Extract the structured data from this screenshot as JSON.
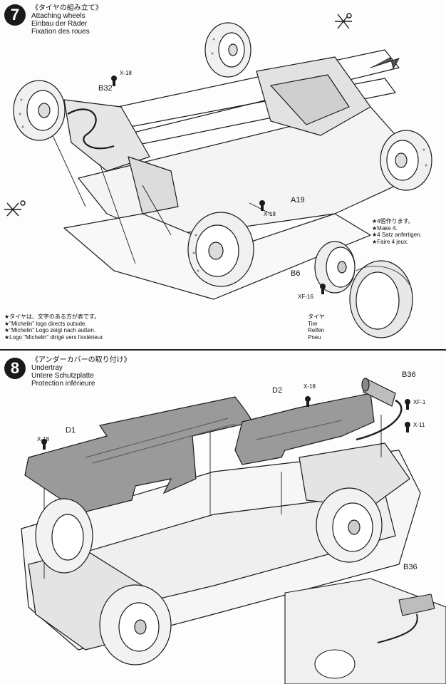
{
  "step7": {
    "number": "7",
    "title_jp": "《タイヤの組み立て》",
    "title_en": "Attaching wheels",
    "title_de": "Einbau der Räder",
    "title_fr": "Fixation des roues",
    "labels": {
      "x18_a": "X-18",
      "b32": "B32",
      "a19": "A19",
      "x18_b": "X-18",
      "b6": "B6",
      "xf16": "XF-16"
    },
    "make4": [
      "★4個作ります。",
      "★Make 4.",
      "★4 Satz anfertigen.",
      "★Faire 4 jeux."
    ],
    "tire": [
      "タイヤ",
      "Tire",
      "Reifen",
      "Pneu"
    ],
    "tire_notes": [
      "★タイヤは、文字のある方が表です。",
      "★\"Michelin\" logo directs outside.",
      "★\"Michelin\" Logo zeigt nach außen.",
      "★Logo \"Michelin\" dirigé vers l'extérieur."
    ]
  },
  "step8": {
    "number": "8",
    "title_jp": "《アンダーカバーの取り付け》",
    "title_en": "Undertray",
    "title_de": "Untere Schutzplatte",
    "title_fr": "Protection inférieure",
    "labels": {
      "b36": "B36",
      "d2": "D2",
      "x18_top": "X-18",
      "xf1": "XF-1",
      "x11": "X-11",
      "x18_left": "X-18",
      "d1": "D1",
      "b36_detail": "B36"
    }
  },
  "colors": {
    "ink": "#1a1a1a",
    "panel_fill": "#9a9a9a",
    "paper": "#fdfdfd"
  }
}
